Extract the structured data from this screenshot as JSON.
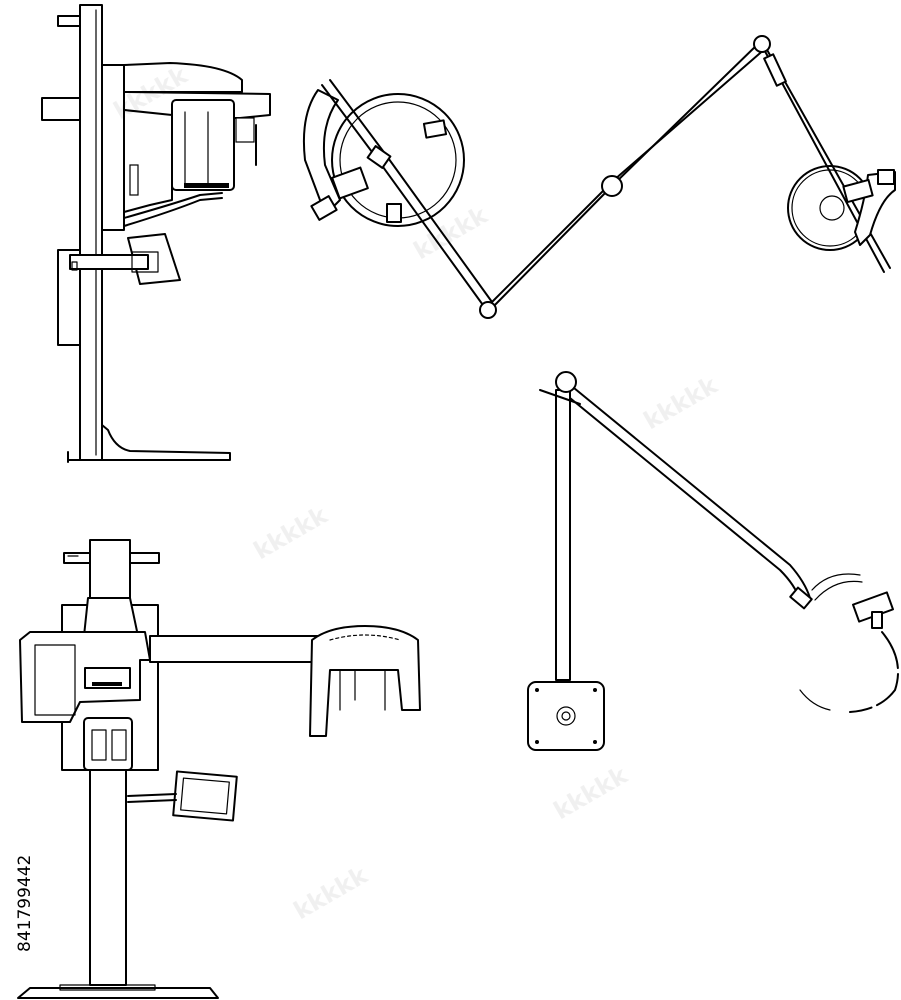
{
  "image": {
    "stock_id": "841799442",
    "background": "#ffffff",
    "line_color": "#000000"
  },
  "drawings": [
    {
      "name": "panoramic-xray-side-view"
    },
    {
      "name": "ceiling-dental-lamp-top-view"
    },
    {
      "name": "wall-dental-lamp-side-view"
    },
    {
      "name": "panoramic-xray-front-view"
    }
  ]
}
